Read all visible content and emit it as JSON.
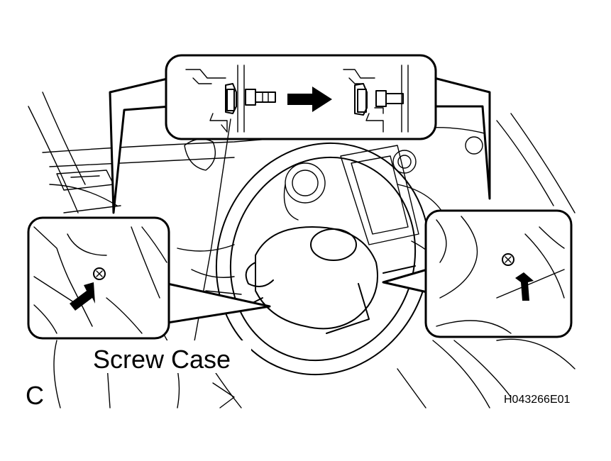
{
  "labels": {
    "screw_case": "Screw Case",
    "view_letter": "C",
    "figure_code": "H043266E01"
  },
  "colors": {
    "line": "#000000",
    "background": "#ffffff"
  },
  "icons": [
    "arrow-right-icon",
    "pointer-arrow-icon"
  ]
}
